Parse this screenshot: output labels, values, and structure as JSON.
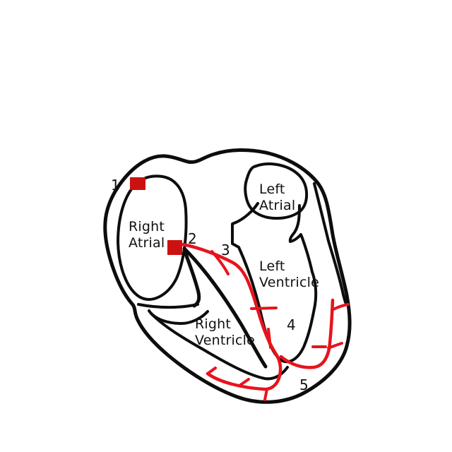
{
  "diagram": {
    "chambers": {
      "right_atrium": {
        "line1": "Right",
        "line2": "Atrial"
      },
      "left_atrium": {
        "line1": "Left",
        "line2": "Atrial"
      },
      "left_ventricle": {
        "line1": "Left",
        "line2": "Ventricle"
      },
      "right_ventricle": {
        "line1": "Right",
        "line2": "Ventricle"
      }
    },
    "numbers": {
      "n1": "1",
      "n2": "2",
      "n3": "3",
      "n4": "4",
      "n5": "5"
    }
  },
  "colors": {
    "outline_black": "#0d0d0d",
    "node_red": "#cc1111",
    "pathway_red": "#e8131c"
  }
}
